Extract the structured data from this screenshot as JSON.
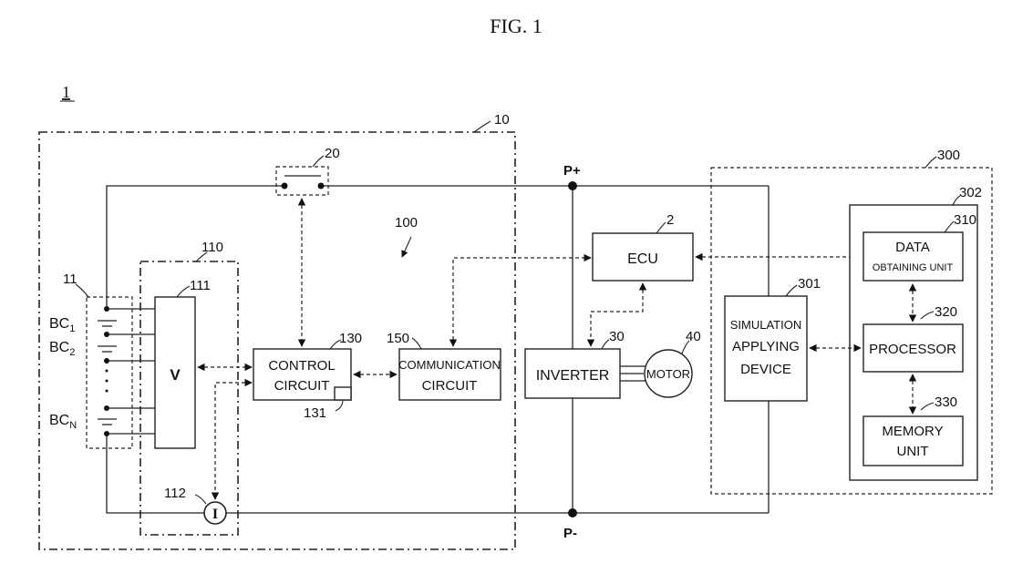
{
  "figure": {
    "title": "FIG. 1",
    "system_ref": "1",
    "battery_pack_ref": "10",
    "relay_ref": "20",
    "management_ref": "100",
    "sensing_ref": "110",
    "cells_ref": "11",
    "voltage_sensor_ref": "111",
    "voltage_label": "V",
    "current_sensor_ref": "112",
    "current_label": "I",
    "cells": [
      {
        "base": "BC",
        "sub": "1"
      },
      {
        "base": "BC",
        "sub": "2"
      },
      {
        "base": "BC",
        "sub": "N"
      }
    ],
    "control": {
      "ref": "130",
      "line1": "CONTROL",
      "line2": "CIRCUIT",
      "memory_ref": "131"
    },
    "communication": {
      "ref": "150",
      "line1": "COMMUNICATION",
      "line2": "CIRCUIT"
    },
    "ecu": {
      "ref": "2",
      "label": "ECU"
    },
    "inverter": {
      "ref": "30",
      "label": "INVERTER"
    },
    "motor": {
      "ref": "40",
      "label": "MOTOR"
    },
    "terminals": {
      "positive": "P+",
      "negative": "P-"
    },
    "simulation": {
      "system_ref": "300",
      "device_ref": "301",
      "line1": "SIMULATION",
      "line2": "APPLYING",
      "line3": "DEVICE"
    },
    "apparatus": {
      "ref": "302",
      "data_unit": {
        "ref": "310",
        "line1": "DATA",
        "line2": "OBTAINING UNIT"
      },
      "processor": {
        "ref": "320",
        "label": "PROCESSOR"
      },
      "memory_unit": {
        "ref": "330",
        "line1": "MEMORY",
        "line2": "UNIT"
      }
    }
  }
}
